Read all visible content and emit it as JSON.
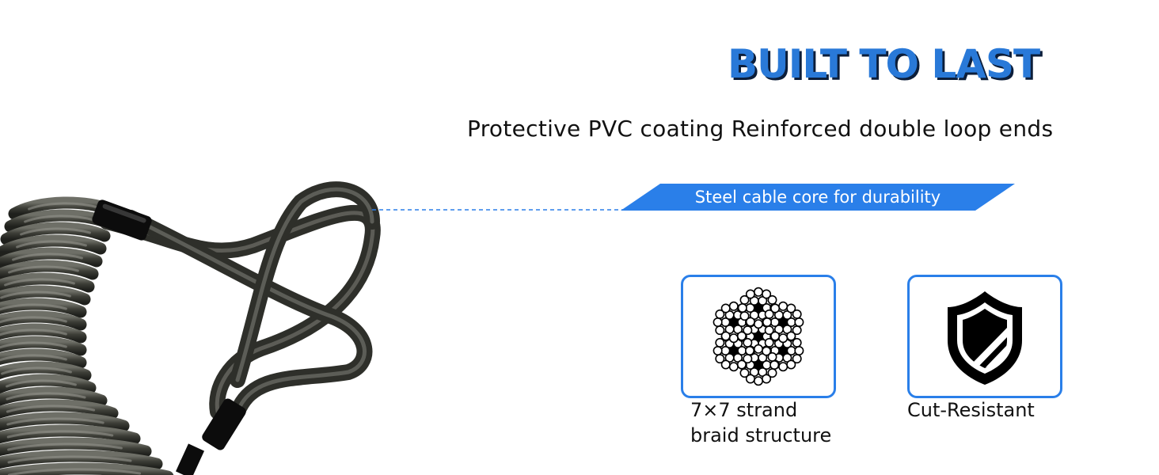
{
  "header": {
    "title": "BUILT TO LAST",
    "subtitle": "Protective PVC coating Reinforced double loop ends"
  },
  "callout": {
    "text": "Steel cable core for durability"
  },
  "features": [
    {
      "line1": "7×7 strand",
      "line2": "braid structure",
      "icon": "wire-rope-cross-section-icon"
    },
    {
      "line1": "Cut-Resistant",
      "icon": "shield-icon"
    }
  ],
  "colors": {
    "accent": "#2a7fe9",
    "title": "#2979d8",
    "title_shadow": "#0c1e3a",
    "cable": "#3f4039"
  }
}
